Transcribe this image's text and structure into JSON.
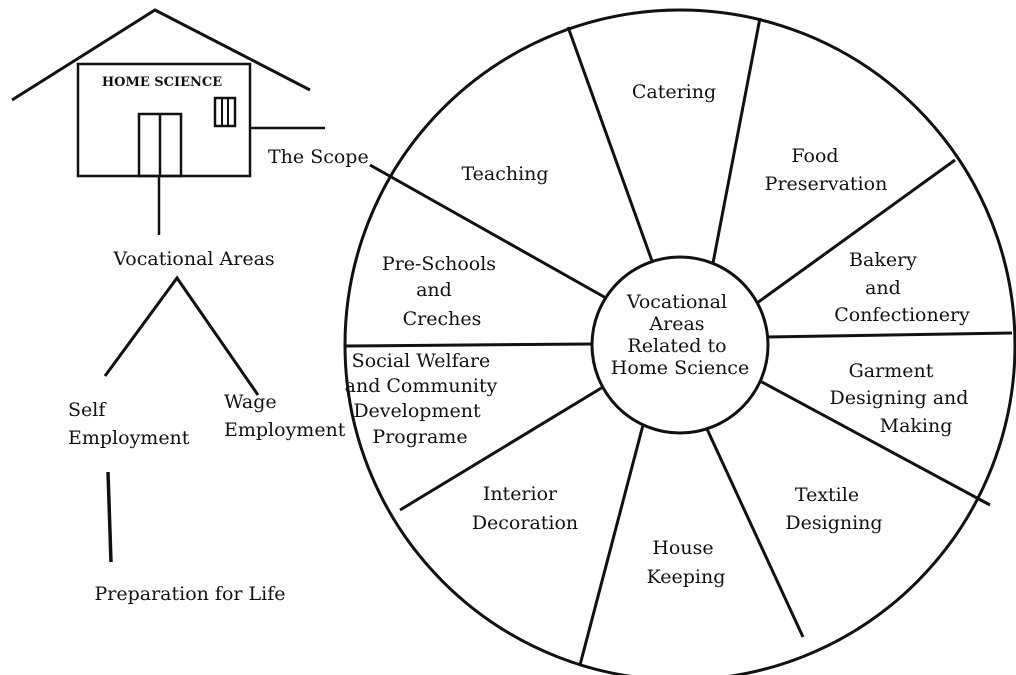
{
  "house": {
    "sign": "HOME SCIENCE",
    "scope_label": "The Scope"
  },
  "tree": {
    "root": "Vocational Areas",
    "left_branch": [
      "Self",
      "Employment"
    ],
    "right_branch": [
      "Wage",
      "Employment"
    ],
    "leaf": "Preparation for Life"
  },
  "wheel": {
    "center": [
      "Vocational",
      "Areas",
      "Related to",
      "Home Science"
    ],
    "segments": [
      {
        "lines": [
          "Catering"
        ]
      },
      {
        "lines": [
          "Food",
          "Preservation"
        ]
      },
      {
        "lines": [
          "Bakery",
          "and",
          "Confectionery"
        ]
      },
      {
        "lines": [
          "Garment",
          "Designing and",
          "Making"
        ]
      },
      {
        "lines": [
          "Textile",
          "Designing"
        ]
      },
      {
        "lines": [
          "House",
          "Keeping"
        ]
      },
      {
        "lines": [
          "Interior",
          "Decoration"
        ]
      },
      {
        "lines": [
          "Social Welfare",
          "and Community",
          "Development",
          "Programe"
        ]
      },
      {
        "lines": [
          "Pre-Schools",
          "and",
          "Creches"
        ]
      },
      {
        "lines": [
          "Teaching"
        ]
      }
    ]
  },
  "colors": {
    "ink": "#111111",
    "background": "#ffffff"
  }
}
